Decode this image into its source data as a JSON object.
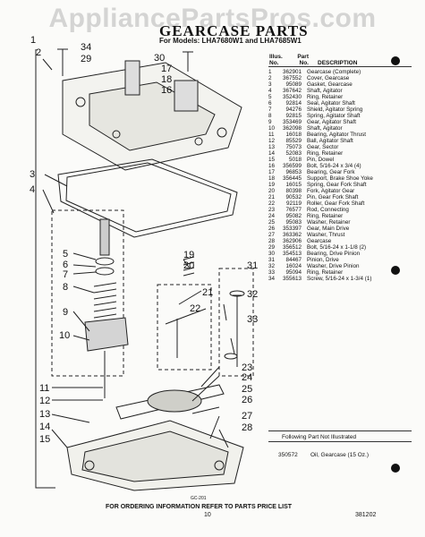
{
  "watermark": "AppliancePartsPros.com",
  "title": "GEARCASE PARTS",
  "subtitle": "For Models: LHA7680W1 and LHA7685W1",
  "table": {
    "col_illus": "Illus.\nNo.",
    "col_part": "Part\nNo.",
    "col_desc": "DESCRIPTION",
    "rows": [
      {
        "no": "1",
        "part": "362901",
        "desc": "Gearcase (Complete)"
      },
      {
        "no": "2",
        "part": "367552",
        "desc": "Cover, Gearcase"
      },
      {
        "no": "3",
        "part": "95089",
        "desc": "Gasket, Gearcase"
      },
      {
        "no": "4",
        "part": "367642",
        "desc": "Shaft, Agitator"
      },
      {
        "no": "5",
        "part": "352430",
        "desc": "Ring, Retainer"
      },
      {
        "no": "6",
        "part": "92814",
        "desc": "Seal, Agitator Shaft"
      },
      {
        "no": "7",
        "part": "94276",
        "desc": "Shield, Agitator Spring"
      },
      {
        "no": "8",
        "part": "92815",
        "desc": "Spring, Agitator Shaft"
      },
      {
        "no": "9",
        "part": "353469",
        "desc": "Gear, Agitator Shaft"
      },
      {
        "no": "10",
        "part": "362098",
        "desc": "Shaft, Agitator"
      },
      {
        "no": "11",
        "part": "16018",
        "desc": "Bearing, Agitator Thrust"
      },
      {
        "no": "12",
        "part": "85529",
        "desc": "Ball, Agitator Shaft"
      },
      {
        "no": "13",
        "part": "75073",
        "desc": "Gear, Sector"
      },
      {
        "no": "14",
        "part": "52083",
        "desc": "Ring, Retainer"
      },
      {
        "no": "15",
        "part": "5018",
        "desc": "Pin, Dowel"
      },
      {
        "no": "16",
        "part": "356599",
        "desc": "Bolt, 5/16-24 x 3/4 (4)"
      },
      {
        "no": "17",
        "part": "96853",
        "desc": "Bearing, Gear Fork"
      },
      {
        "no": "18",
        "part": "356445",
        "desc": "Support, Brake Shoe Yoke"
      },
      {
        "no": "19",
        "part": "16015",
        "desc": "Spring, Gear Fork Shaft"
      },
      {
        "no": "20",
        "part": "80398",
        "desc": "Fork, Agitator Gear"
      },
      {
        "no": "21",
        "part": "90532",
        "desc": "Pin, Gear Fork Shaft"
      },
      {
        "no": "22",
        "part": "92119",
        "desc": "Roller, Gear Fork Shaft"
      },
      {
        "no": "23",
        "part": "76577",
        "desc": "Rod, Connecting"
      },
      {
        "no": "24",
        "part": "95082",
        "desc": "Ring, Retainer"
      },
      {
        "no": "25",
        "part": "95083",
        "desc": "Washer, Retainer"
      },
      {
        "no": "26",
        "part": "353397",
        "desc": "Gear, Main Drive"
      },
      {
        "no": "27",
        "part": "363362",
        "desc": "Washer, Thrust"
      },
      {
        "no": "28",
        "part": "362906",
        "desc": "Gearcase"
      },
      {
        "no": "29",
        "part": "356512",
        "desc": "Bolt, 5/16-24 x 1-1/8 (2)"
      },
      {
        "no": "30",
        "part": "354513",
        "desc": "Bearing, Drive Pinion"
      },
      {
        "no": "31",
        "part": "84467",
        "desc": "Pinion, Drive"
      },
      {
        "no": "32",
        "part": "16024",
        "desc": "Washer, Drive Pinion"
      },
      {
        "no": "33",
        "part": "95094",
        "desc": "Ring, Retainer"
      },
      {
        "no": "34",
        "part": "355613",
        "desc": "Screw, 5/16-24 x 1-3/4 (1)"
      }
    ]
  },
  "not_illustrated_heading": "Following Part Not Illustrated",
  "not_illustrated": {
    "part": "350572",
    "desc": "Oil, Gearcase (15 Oz.)"
  },
  "footer_note": "FOR ORDERING INFORMATION REFER TO PARTS PRICE LIST",
  "page_number": "10",
  "doc_code": "381202",
  "diagram_code": "GC-201",
  "callouts": [
    "1",
    "2",
    "34",
    "29",
    "30",
    "17",
    "18",
    "16",
    "3",
    "4",
    "5",
    "6",
    "7",
    "8",
    "9",
    "10",
    "19",
    "20",
    "21",
    "31",
    "32",
    "22",
    "33",
    "11",
    "12",
    "13",
    "14",
    "15",
    "23",
    "24",
    "25",
    "26",
    "27",
    "28"
  ]
}
